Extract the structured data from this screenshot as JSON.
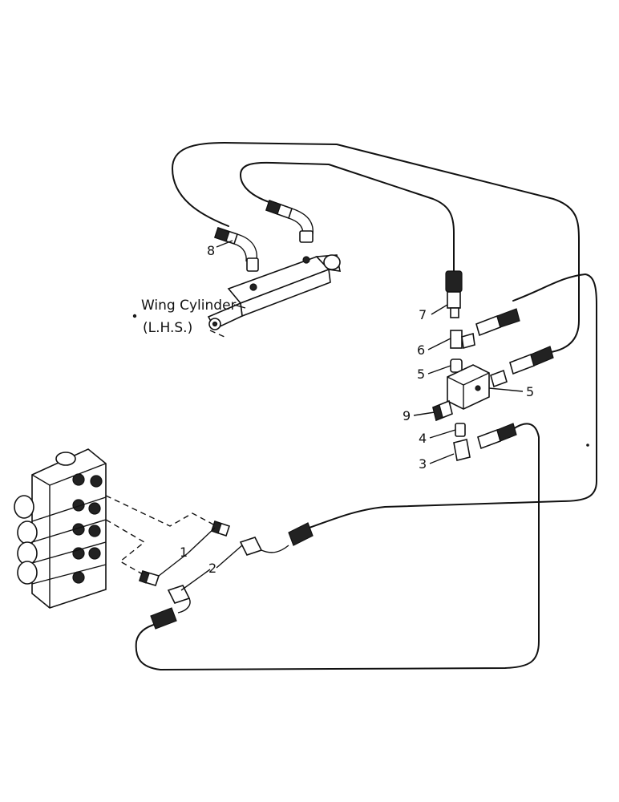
{
  "callouts": {
    "c1": "1",
    "c2": "2",
    "c3": "3",
    "c4": "4",
    "c5a": "5",
    "c5b": "5",
    "c6": "6",
    "c7": "7",
    "c8": "8",
    "c9": "9"
  },
  "caption": {
    "line1": "Wing Cylinder",
    "line2": "(L.H.S.)"
  }
}
